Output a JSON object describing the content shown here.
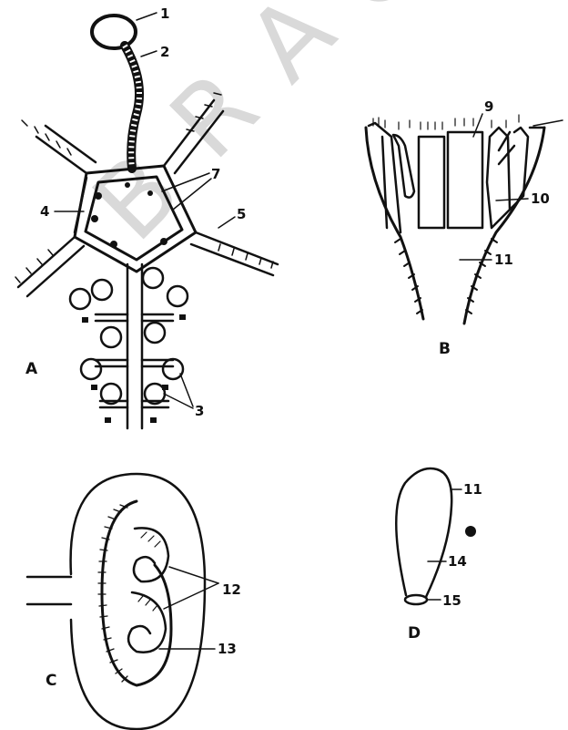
{
  "watermark": {
    "letters": [
      "B",
      "R",
      "A",
      "O"
    ],
    "color": "#d9d9d9"
  },
  "panels": {
    "a": "A",
    "b": "B",
    "c": "C",
    "d": "D"
  },
  "labels": {
    "l1": "1",
    "l2": "2",
    "l3": "3",
    "l4": "4",
    "l5": "5",
    "l7": "7",
    "l9": "9",
    "l10": "10",
    "l11b": "11",
    "l12": "12",
    "l13": "13",
    "l11d": "11",
    "l14": "14",
    "l15": "15"
  }
}
